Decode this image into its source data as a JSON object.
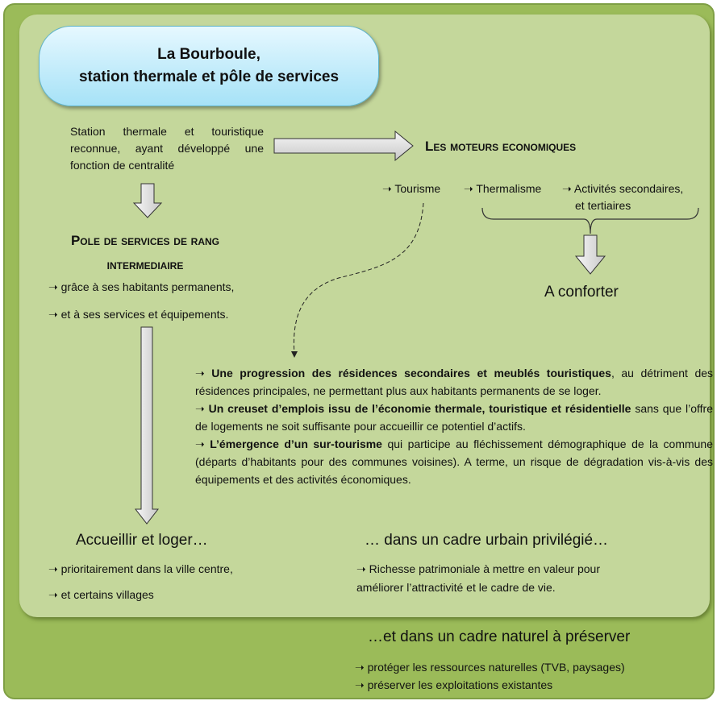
{
  "title": {
    "line1": "La Bourboule,",
    "line2": "station thermale et pôle de services"
  },
  "intro": "Station thermale et touristique reconnue, ayant développé une fonction de centralité",
  "moteurs": {
    "heading": "Les moteurs economiques",
    "items": [
      "Tourisme",
      "Thermalisme",
      "Activités secondaires,",
      "et tertiaires"
    ],
    "conclusion": "A conforter"
  },
  "pole": {
    "heading_line1": "Pole de services de rang",
    "heading_line2": "intermediaire",
    "items": [
      "grâce à ses habitants permanents,",
      "et à ses services et équipements."
    ]
  },
  "constats": [
    {
      "bold": "Une progression des résidences secondaires et meublés touristiques",
      "rest": ", au détriment des résidences principales, ne permettant plus aux habitants permanents de se loger."
    },
    {
      "bold": "Un creuset d’emplois issu de l’économie thermale, touristique et résidentielle",
      "rest": " sans que l’offre de logements ne soit suffisante pour accueillir ce potentiel d’actifs."
    },
    {
      "bold": "L’émergence d’un sur-tourisme",
      "rest": " qui participe au fléchissement démographique de la commune (départs d’habitants pour des communes voisines). A terme, un risque de dégradation vis-à-vis des équipements et des activités économiques."
    }
  ],
  "accueillir": {
    "heading": "Accueillir et loger…",
    "items": [
      "prioritairement dans la ville centre,",
      "et certains villages"
    ]
  },
  "urbain": {
    "heading": "… dans un cadre urbain privilégié…",
    "line1": "Richesse patrimoniale à mettre en valeur pour",
    "line2": "améliorer l’attractivité et le cadre de vie."
  },
  "naturel": {
    "heading": "…et dans un cadre naturel à préserver",
    "items": [
      "protéger les ressources naturelles (TVB, paysages)",
      "préserver les exploitations existantes"
    ]
  },
  "arrow_glyph": "➝",
  "colors": {
    "outer": "#9bbb59",
    "inner": "#c4d79b",
    "pill": "#a6e2f7"
  }
}
